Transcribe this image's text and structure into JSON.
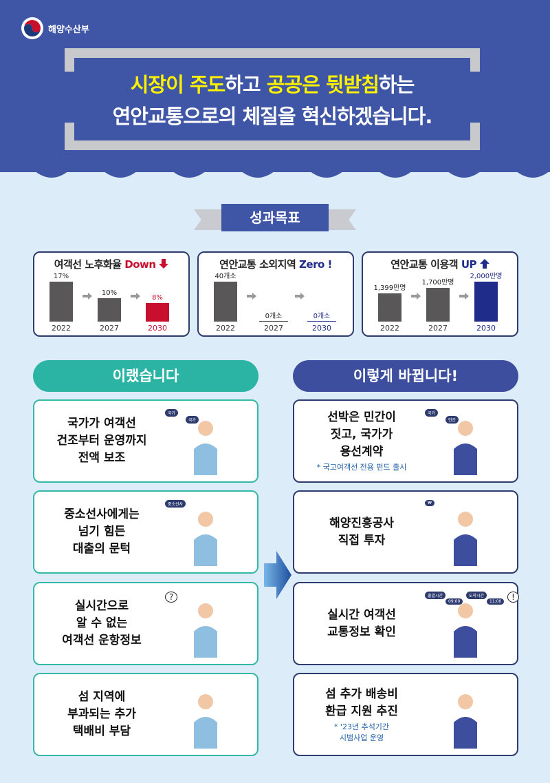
{
  "org": {
    "name": "해양수산부"
  },
  "headline": {
    "line1_parts": [
      "시장이 주도",
      "하고 ",
      "공공은 뒷받침",
      "하는"
    ],
    "line2": "연안교통으로의 체질을 혁신하겠습니다."
  },
  "goals": {
    "title": "성과목표",
    "cards": [
      {
        "title": "여객선 노후화율",
        "accent": "Down",
        "accent_color": "#c8102e",
        "icon": "arrow-down-icon",
        "bars": [
          {
            "year": "2022",
            "label": "17%",
            "value": 17
          },
          {
            "year": "2027",
            "label": "10%",
            "value": 10
          },
          {
            "year": "2030",
            "label": "8%",
            "value": 8
          }
        ]
      },
      {
        "title": "연안교통 소외지역",
        "accent": "Zero !",
        "accent_color": "#1f2c8a",
        "bars": [
          {
            "year": "2022",
            "label": "40개소",
            "value": 40
          },
          {
            "year": "2027",
            "label": "0개소",
            "value": 0
          },
          {
            "year": "2030",
            "label": "0개소",
            "value": 0
          }
        ]
      },
      {
        "title": "연안교통 이용객",
        "accent": "UP",
        "accent_color": "#1f2c8a",
        "icon": "arrow-up-icon",
        "bars": [
          {
            "year": "2022",
            "label": "1,399만명",
            "value": 1399
          },
          {
            "year": "2027",
            "label": "1,700만명",
            "value": 1700
          },
          {
            "year": "2030",
            "label": "2,000만명",
            "value": 2000
          }
        ]
      }
    ]
  },
  "before": {
    "title": "이랬습니다",
    "color": "#2bb3a3",
    "items": [
      {
        "text": "국가가 여객선\n건조부터 운영까지\n전액 보조",
        "tags": [
          "국가",
          "국가"
        ]
      },
      {
        "text": "중소선사에게는\n넘기 힘든\n대출의 문턱",
        "tags": [
          "중소선사"
        ]
      },
      {
        "text": "실시간으로\n알 수 없는\n여객선 운항정보",
        "tags": [
          "?"
        ]
      },
      {
        "text": "섬 지역에\n부과되는 추가\n택배비 부담",
        "tags": []
      }
    ]
  },
  "after": {
    "title": "이렇게 바뀝니다!",
    "color": "#3d4e9e",
    "items": [
      {
        "text": "선박은 민간이\n짓고, 국가가\n용선계약",
        "note": "* 국고여객선 전용 펀드 출시",
        "tags": [
          "국가",
          "민간"
        ]
      },
      {
        "text": "해양진흥공사\n직접 투자",
        "tags": [
          "₩"
        ]
      },
      {
        "text": "실시간 여객선\n교통정보 확인",
        "tags": [
          "출발시간",
          "09:00",
          "도착시간",
          "11:00",
          "!"
        ]
      },
      {
        "text": "섬 추가 배송비\n환급 지원 추진",
        "note": "* '23년 추석기간\n시범사업 운영",
        "tags": []
      }
    ]
  }
}
